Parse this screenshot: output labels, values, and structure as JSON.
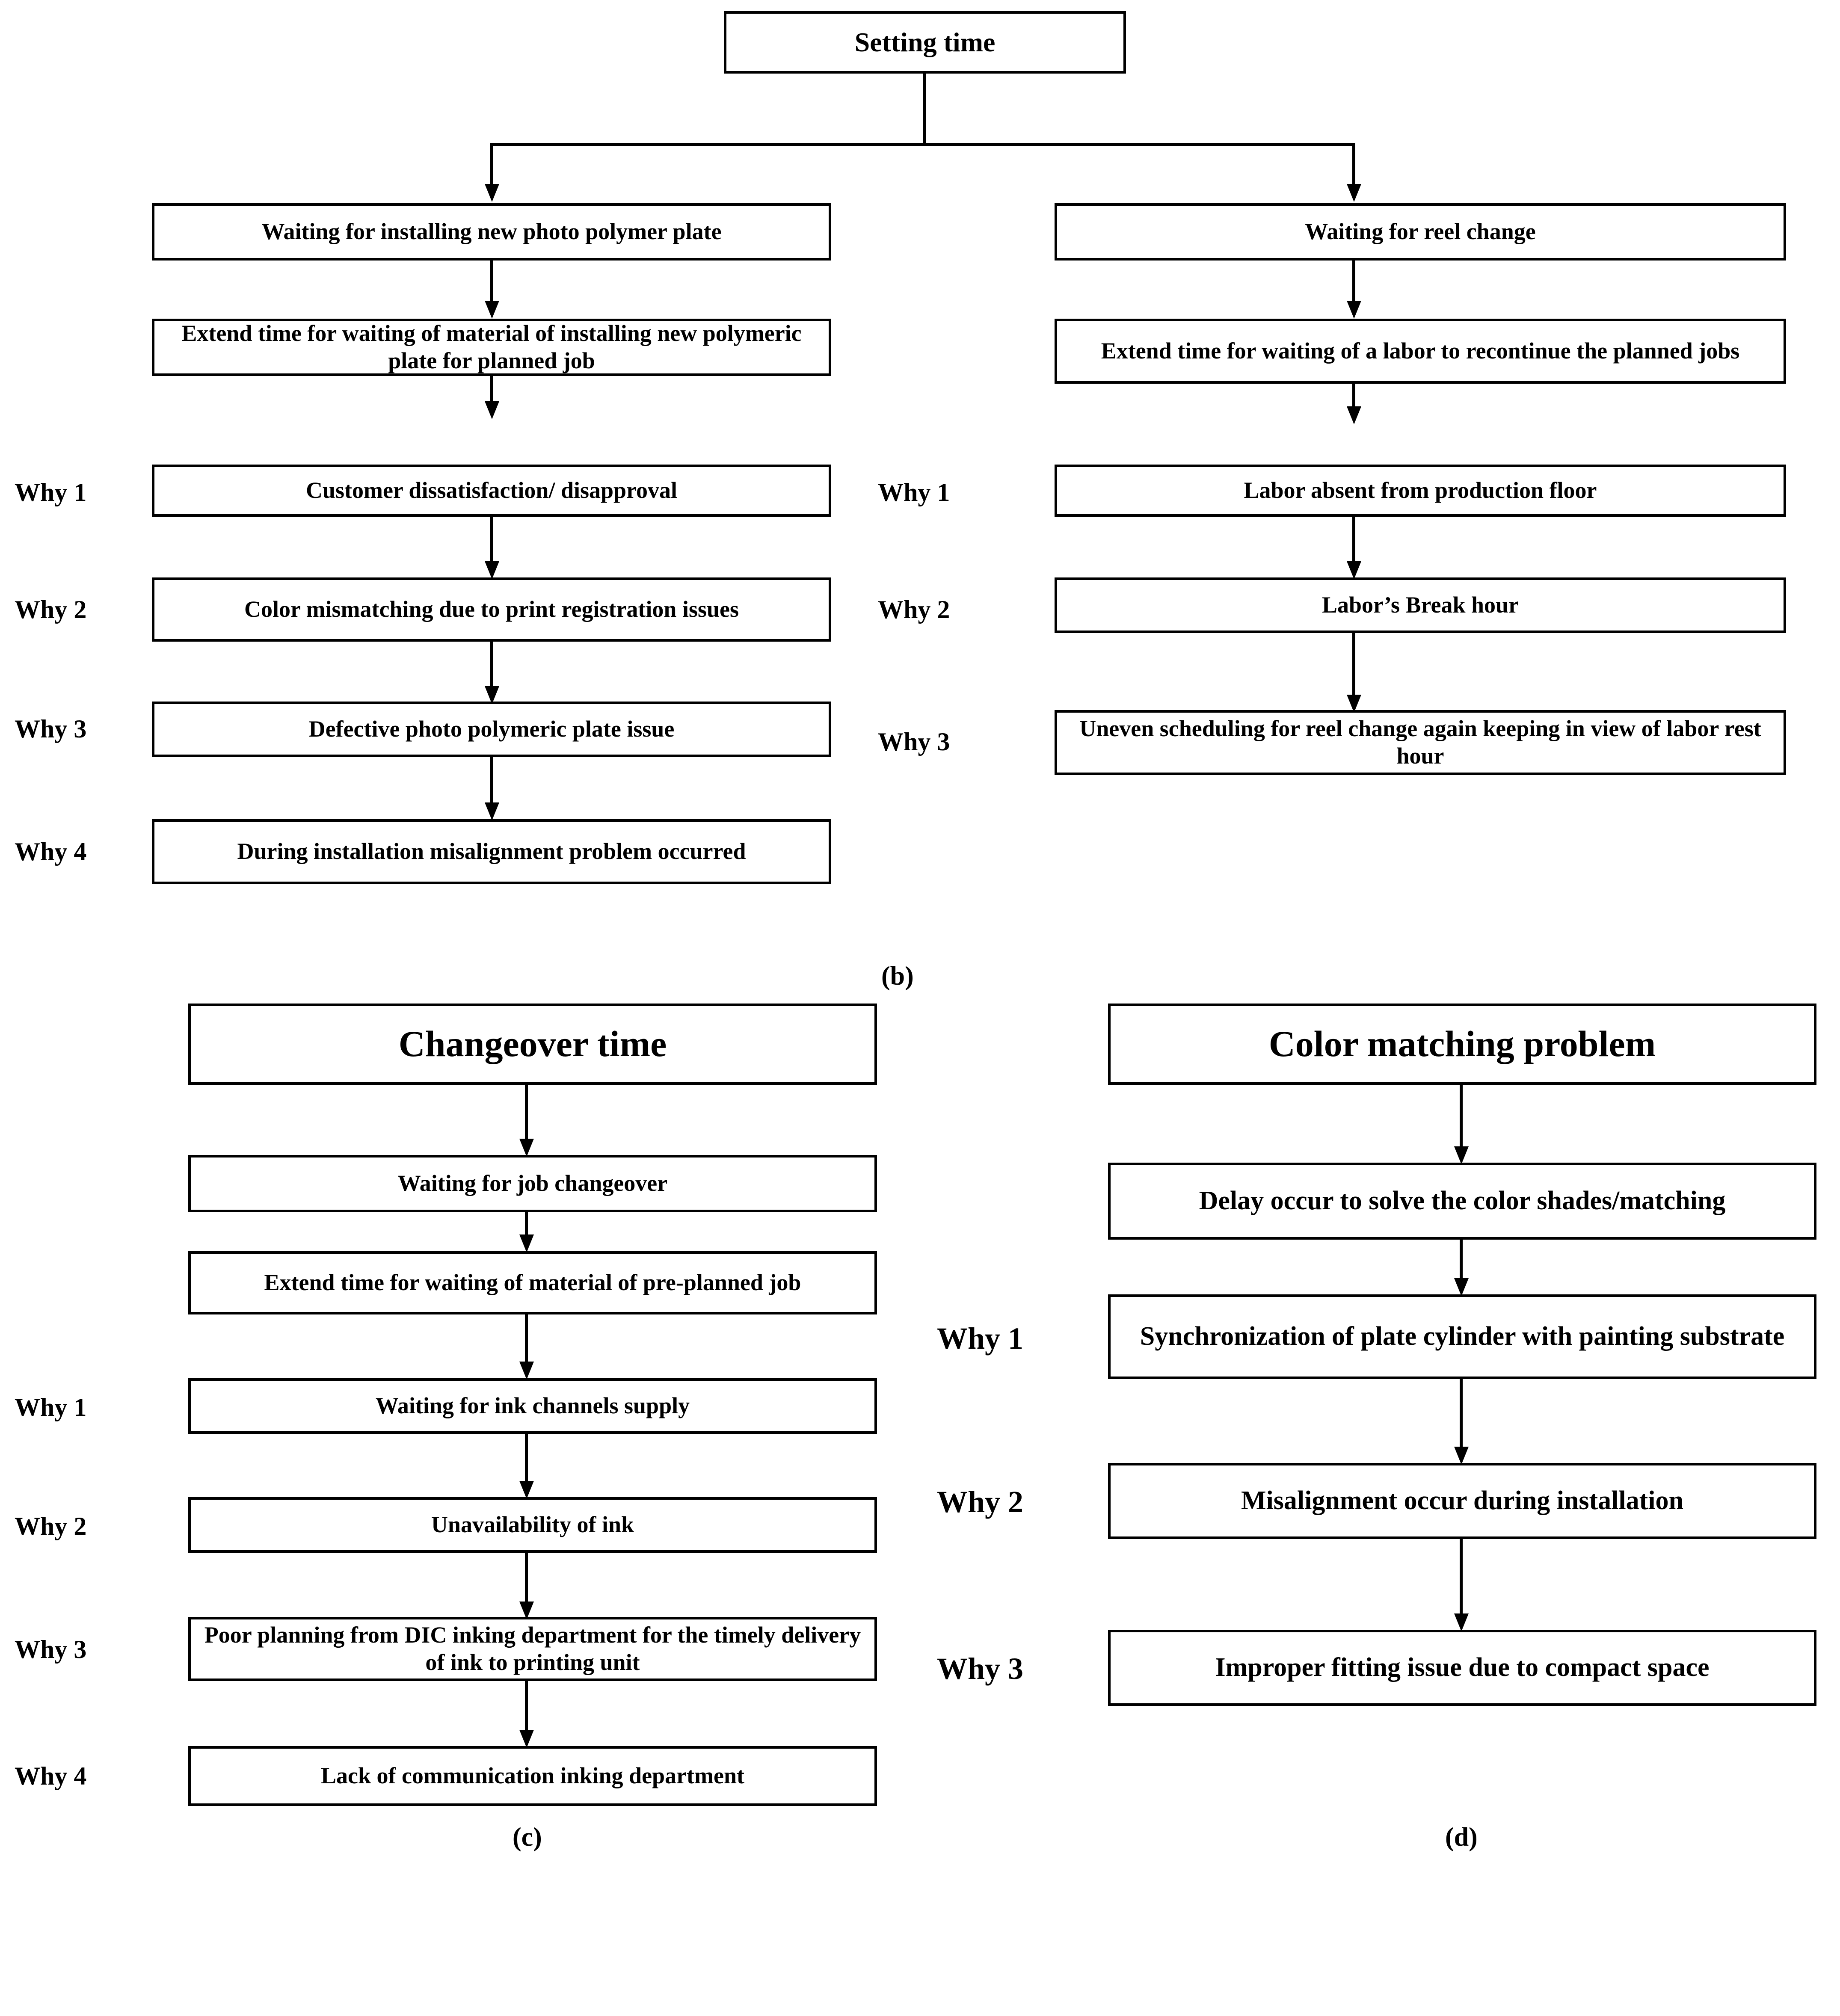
{
  "diagram": {
    "title_root_b": "Setting time",
    "panels": [
      {
        "id": "b",
        "label": "(b)",
        "root": "Setting time",
        "branches": [
          {
            "id": "b-left",
            "steps": [
              "Waiting for installing new photo  polymer plate",
              "Extend time for waiting of material  of installing  new polymeric plate for planned job",
              "Customer dissatisfaction/ disapproval",
              "Color mismatching  due to  print registration issues",
              "Defective photo polymeric plate issue",
              "During installation  misalignment  problem occurred"
            ],
            "why_labels": [
              "Why 1",
              "Why 2",
              "Why 3",
              "Why 4"
            ]
          },
          {
            "id": "b-right",
            "steps": [
              "Waiting for reel change",
              "Extend time for waiting of  a labor  to  recontinue the planned jobs",
              "Labor absent from production floor",
              "Labor’s Break hour",
              "Uneven scheduling for reel change again  keeping in view of labor rest hour"
            ],
            "why_labels": [
              "Why 1",
              "Why 2",
              "Why 3"
            ]
          }
        ]
      },
      {
        "id": "c",
        "label": "(c)",
        "root": "Changeover time",
        "branches": [
          {
            "id": "c-main",
            "steps": [
              "Waiting for job changeover",
              "Extend time for waiting of material  of pre-planned job",
              "Waiting for ink channels supply",
              "Unavailability of ink",
              "Poor planning from DIC inking department for the timely delivery of ink to printing unit",
              "Lack of communication inking department"
            ],
            "why_labels": [
              "Why 1",
              "Why 2",
              "Why 3",
              "Why 4"
            ]
          }
        ]
      },
      {
        "id": "d",
        "label": "(d)",
        "root": "Color matching problem",
        "branches": [
          {
            "id": "d-main",
            "steps": [
              "Delay occur to solve the color shades/matching",
              "Synchronization of plate cylinder with painting substrate",
              "Misalignment occur during installation",
              "Improper fitting issue due to compact space"
            ],
            "why_labels": [
              "Why 1",
              "Why 2",
              "Why 3"
            ]
          }
        ]
      }
    ]
  }
}
